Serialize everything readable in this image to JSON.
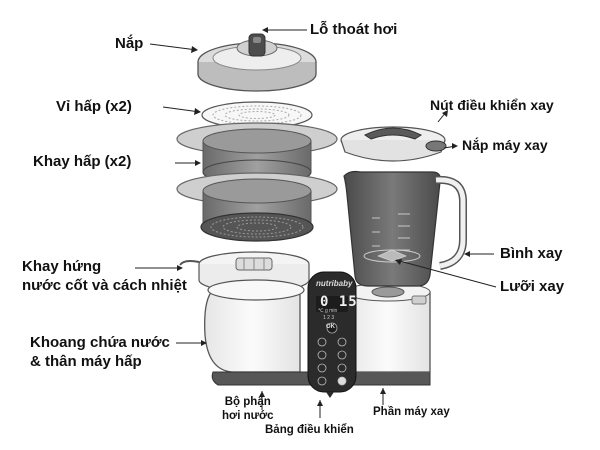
{
  "labels": {
    "lid": "Nắp",
    "steam_vent": "Lỗ thoát hơi",
    "steam_tray": "Vỉ hấp (x2)",
    "blender_control_button": "Nút điều khiển xay",
    "steam_basket": "Khay hấp (x2)",
    "blender_lid": "Nắp máy xay",
    "blender_jar": "Bình xay",
    "juice_tray": "Khay hứng\nnước cốt và cách nhiệt",
    "blade": "Lưỡi xay",
    "water_tank": "Khoang chứa nước\n& thân máy hấp",
    "steam_unit": "Bộ phận\nhơi nước",
    "control_panel": "Bảng điều khiển",
    "blender_base": "Phần máy xay"
  },
  "device": {
    "brand": "nutribaby",
    "display_time": "0 15",
    "display_row1": "℃  g  min",
    "display_row2": "1 2 3",
    "ok_label": "OK"
  },
  "colors": {
    "body_white": "#f3f3f3",
    "outline": "#3a3a3a",
    "panel_dark": "#2b2b2b",
    "jar_gray": "#5f5f5f",
    "basket_gray": "#8a8a8a",
    "tray_dark": "#4a4a4a",
    "text": "#111111"
  }
}
